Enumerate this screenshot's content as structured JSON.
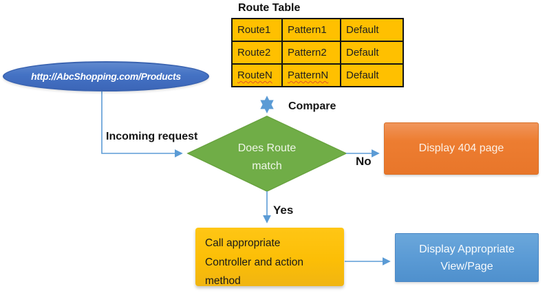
{
  "ellipse": {
    "label": "http://AbcShopping.com/Products"
  },
  "route_table": {
    "title": "Route Table",
    "rows": [
      [
        "Route1",
        "Pattern1",
        "Default"
      ],
      [
        "Route2",
        "Pattern2",
        "Default"
      ],
      [
        "RouteN",
        "PatternN",
        "Default"
      ]
    ]
  },
  "labels": {
    "compare": "Compare",
    "incoming_request": "Incoming request",
    "no": "No",
    "yes": "Yes"
  },
  "decision": {
    "line1": "Does Route",
    "line2": "match"
  },
  "boxes": {
    "display_404": {
      "label": "Display 404 page"
    },
    "call_controller": {
      "line1": "Call appropriate",
      "line2": "Controller and action",
      "line3": "method"
    },
    "display_view": {
      "line1": "Display Appropriate",
      "line2": "View/Page"
    }
  },
  "colors": {
    "ellipse_blue": "#4472C4",
    "table_gold": "#FFC000",
    "diamond_green": "#70AD47",
    "box_orange": "#ED7D31",
    "box_gold": "#FFC000",
    "box_blue": "#5B9BD5",
    "connector_blue": "#5B9BD5"
  }
}
